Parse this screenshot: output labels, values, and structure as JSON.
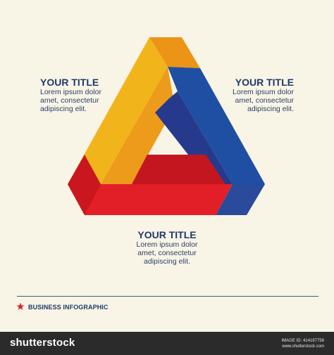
{
  "blocks": {
    "left": {
      "title": "YOUR TITLE",
      "text": [
        "Lorem ipsum dolor",
        "amet, consectetur",
        "adipiscing elit."
      ]
    },
    "right": {
      "title": "YOUR TITLE",
      "text": [
        "Lorem ipsum dolor",
        "amet, consectetur",
        "adipiscing elit."
      ]
    },
    "bottom": {
      "title": "YOUR TITLE",
      "text": [
        "Lorem ipsum dolor",
        "amet, consectetur",
        "adipiscing elit."
      ]
    }
  },
  "footer": {
    "label": "BUSINESS INFOGRAPHIC"
  },
  "stock": {
    "logo": "shutterstock",
    "image_id": "IMAGE ID: 414197758",
    "site": "www.shutterstock.com"
  },
  "colors": {
    "background": "#f8f4e6",
    "yellow": "#f1b51b",
    "orange": "#eb9416",
    "blue": "#1f4fa3",
    "navy": "#253a8c",
    "red": "#e21f26",
    "crimson": "#c4161f",
    "text_title": "#1f3a6b",
    "star": "#e21f26",
    "stock_bar": "#2b2b2b"
  }
}
